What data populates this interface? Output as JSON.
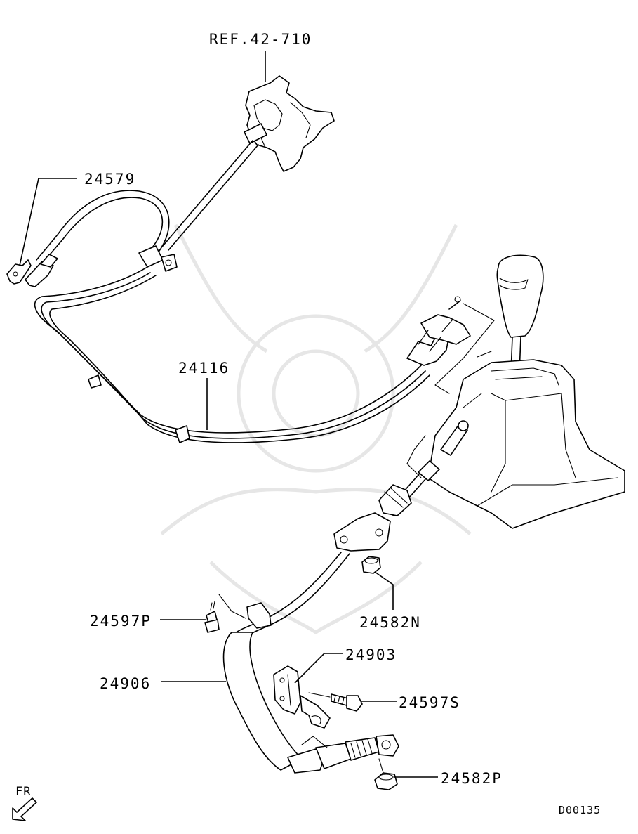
{
  "diagram": {
    "ref": "REF.42-710",
    "labels": {
      "p24579": "24579",
      "p24116": "24116",
      "p24582N": "24582N",
      "p24597P": "24597P",
      "p24903": "24903",
      "p24906": "24906",
      "p24597S": "24597S",
      "p24582P": "24582P"
    },
    "direction": "FR",
    "code": "D00135"
  }
}
